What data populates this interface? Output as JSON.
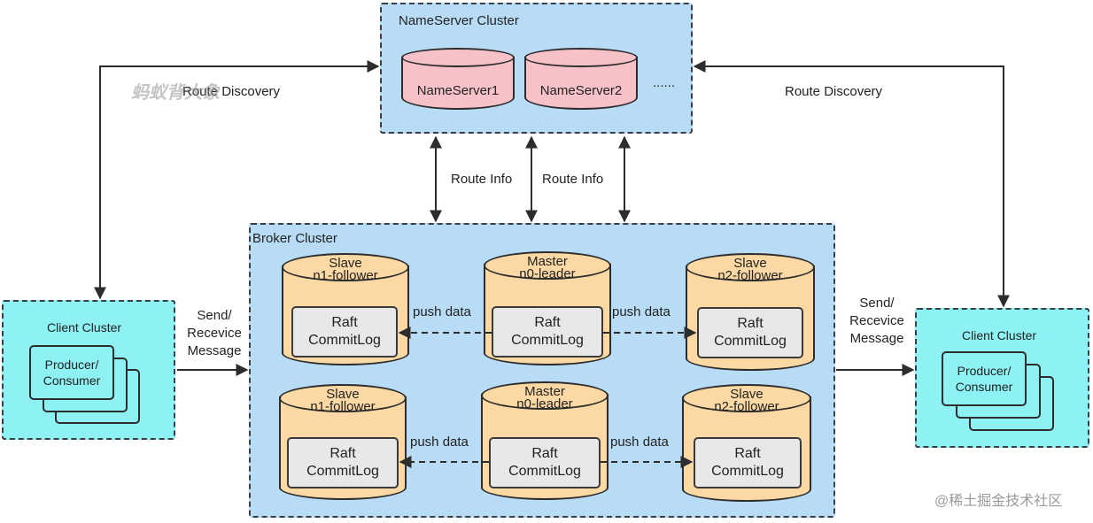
{
  "nameserver_cluster": {
    "title": "NameServer Cluster",
    "servers": [
      "NameServer1",
      "NameServer2"
    ],
    "ellipsis": "......"
  },
  "broker_cluster": {
    "title": "Broker Cluster",
    "raft_line1": "Raft",
    "raft_line2": "CommitLog",
    "push_label": "push data",
    "rows": [
      {
        "left": {
          "role": "Slave",
          "sub": "n1-follower"
        },
        "center": {
          "role": "Master",
          "sub": "n0-leader"
        },
        "right": {
          "role": "Slave",
          "sub": "n2-follower"
        }
      },
      {
        "left": {
          "role": "Slave",
          "sub": "n1-follower"
        },
        "center": {
          "role": "Master",
          "sub": "n0-leader"
        },
        "right": {
          "role": "Slave",
          "sub": "n2-follower"
        }
      }
    ]
  },
  "client_left": {
    "title": "Client Cluster",
    "card_line1": "Producer/",
    "card_line2": "Consumer"
  },
  "client_right": {
    "title": "Client Cluster",
    "card_line1": "Producer/",
    "card_line2": "Consumer"
  },
  "edges": {
    "route_discovery_left": "Route Discovery",
    "route_discovery_right": "Route Discovery",
    "route_info_1": "Route Info",
    "route_info_2": "Route Info",
    "send_left": [
      "Send/",
      "Recevice",
      "Message"
    ],
    "send_right": [
      "Send/",
      "Recevice",
      "Message"
    ]
  },
  "watermark": "蚂蚁背大象",
  "footer": "@稀土掘金技术社区",
  "colors": {
    "cluster_blue": "#b9dcf6",
    "client_cyan": "#8ef1f3",
    "nameserver_pink": "#f7c1c8",
    "broker_orange": "#fcd9a4",
    "raft_gray": "#e8e8e8"
  }
}
